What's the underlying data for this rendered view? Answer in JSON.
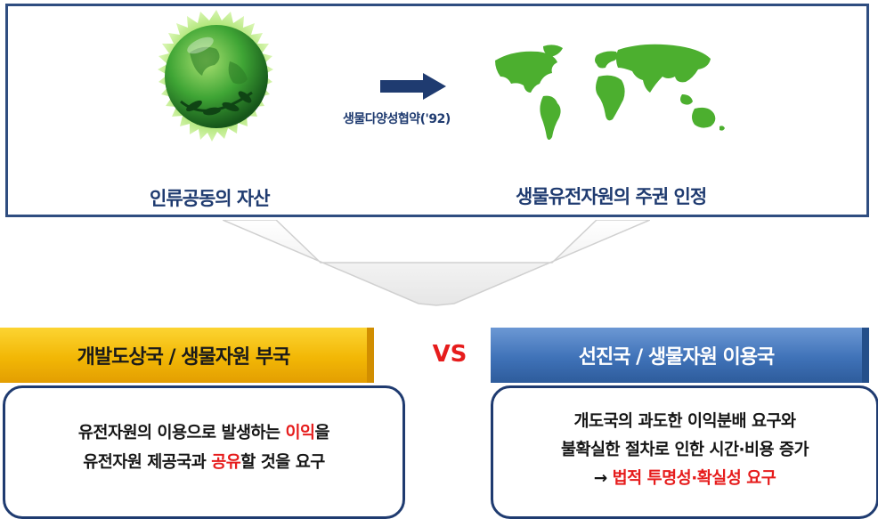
{
  "top": {
    "left_label": "인류공동의 자산",
    "convention": "생물다양성협약('92)",
    "right_label": "생물유전자원의 주권 인정"
  },
  "developing": {
    "header": "개발도상국 / 생물자원 부국",
    "line1_pre": "유전자원의 이용으로 발생하는 ",
    "line1_red": "이익",
    "line1_post": "을",
    "line2_pre": "유전자원 제공국과 ",
    "line2_red": "공유",
    "line2_post": "할 것을 요구"
  },
  "vs": "VS",
  "developed": {
    "header": "선진국 / 생물자원 이용국",
    "line1": "개도국의 과도한 이익분배 요구와",
    "line2": "불확실한 절차로 인한 시간·비용 증가",
    "line3_arrow": "→ ",
    "line3_red": "법적 투명성·확실성 요구"
  },
  "colors": {
    "frame": "#2f4d80",
    "label_text": "#1f3b70",
    "highlight": "#e61c1c",
    "developing_bar": "#f2b705",
    "developed_bar": "#3f72b8",
    "globe_green": "#3fa535"
  }
}
